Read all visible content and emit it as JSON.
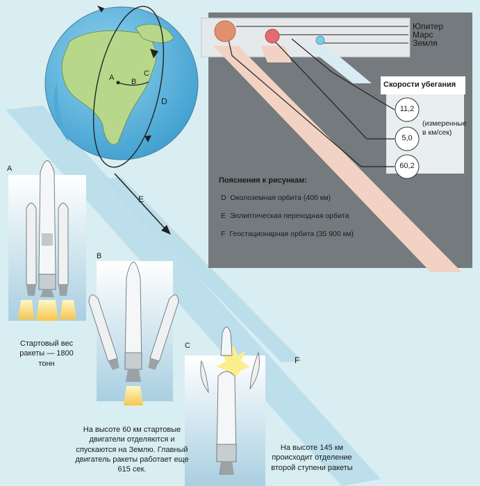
{
  "globe": {
    "point_labels": [
      "A",
      "B",
      "C"
    ],
    "orbit_label": "D"
  },
  "legend": {
    "planets": [
      "Юпитер",
      "Марс",
      "Земля"
    ],
    "escape_title": "Скорости убегания",
    "escape_values": [
      "11,2",
      "5,0",
      "60,2"
    ],
    "units_note": "(измеренные в км/сек)"
  },
  "explanations": {
    "title": "Пояснения к рисункам:",
    "items": [
      "D  Околоземная орбита (400 км)",
      "E  Эллиптическая переходная орбита",
      "F  Геостационарная орбита (35 900 км)"
    ]
  },
  "path_labels": {
    "e": "E",
    "f": "F"
  },
  "stages": [
    {
      "letter": "A",
      "caption": "Стартовый вес ракеты — 1800 тонн"
    },
    {
      "letter": "B",
      "caption": "На высоте 60 км  стартовые двигатели отделяются и спускаются на Землю. Главный двигатель ракеты работает еще 615 сек."
    },
    {
      "letter": "C",
      "caption": "На высоте 145 км происходит отделение второй ступени ракеты"
    }
  ],
  "colors": {
    "background": "#d8eef3",
    "panel": "#747a7d",
    "panel_box": "#e6e9eb",
    "beam": "#f2d2c2",
    "orbit_band": "#b9dbe9",
    "globe_ocean": "#6dbde3",
    "globe_land": "#b7d88a",
    "jupiter": "#e0906e",
    "mars": "#e36a6e",
    "earth": "#7ec8e8"
  }
}
